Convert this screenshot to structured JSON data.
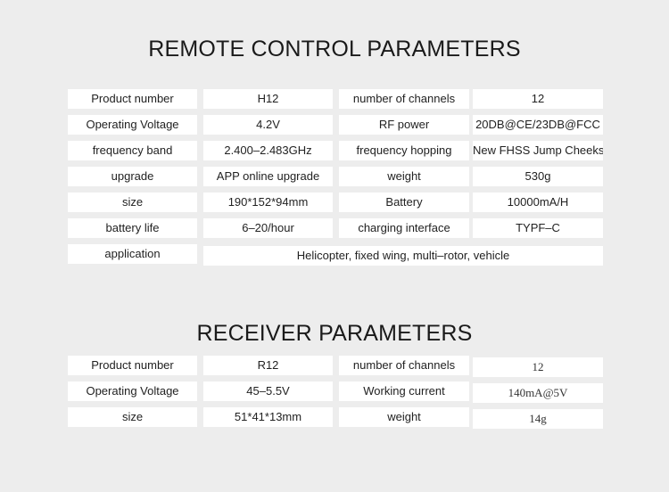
{
  "remote_control": {
    "title": "REMOTE CONTROL PARAMETERS",
    "rows": [
      {
        "label1": "Product number",
        "value1": "H12",
        "label2": "number of channels",
        "value2": "12"
      },
      {
        "label1": "Operating Voltage",
        "value1": "4.2V",
        "label2": "RF power",
        "value2": "20DB@CE/23DB@FCC"
      },
      {
        "label1": "frequency band",
        "value1": "2.400–2.483GHz",
        "label2": "frequency hopping",
        "value2": "New FHSS Jump Cheeks"
      },
      {
        "label1": "upgrade",
        "value1": "APP online upgrade",
        "label2": "weight",
        "value2": "530g"
      },
      {
        "label1": "size",
        "value1": "190*152*94mm",
        "label2": "Battery",
        "value2": "10000mA/H"
      },
      {
        "label1": "battery life",
        "value1": "6–20/hour",
        "label2": "charging interface",
        "value2": "TYPF–C"
      }
    ],
    "application": {
      "label": "application",
      "value": "Helicopter, fixed wing, multi–rotor, vehicle"
    }
  },
  "receiver": {
    "title": "RECEIVER PARAMETERS",
    "rows": [
      {
        "label1": "Product number",
        "value1": "R12",
        "label2": "number of channels",
        "value2": "12"
      },
      {
        "label1": "Operating Voltage",
        "value1": "45–5.5V",
        "label2": "Working current",
        "value2": "140mA@5V"
      },
      {
        "label1": "size",
        "value1": "51*41*13mm",
        "label2": "weight",
        "value2": "14g"
      }
    ]
  }
}
